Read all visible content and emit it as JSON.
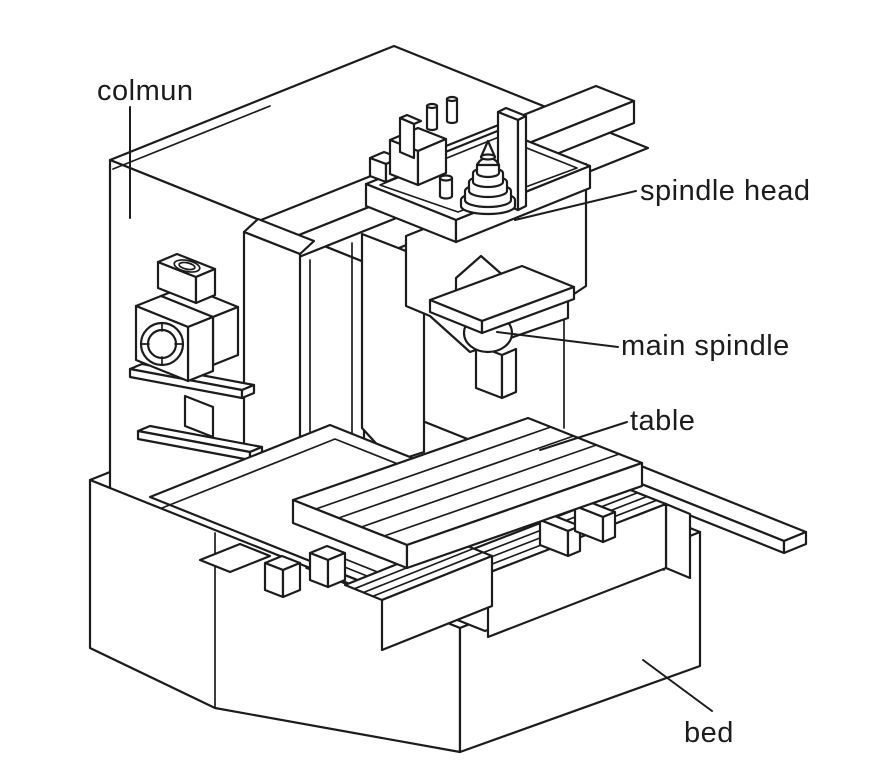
{
  "labels": {
    "column": {
      "text": "colmun"
    },
    "spindle_head": {
      "text": "spindle head"
    },
    "main_spindle": {
      "text": "main spindle"
    },
    "table": {
      "text": "table"
    },
    "bed": {
      "text": "bed"
    }
  },
  "colors": {
    "ink": "#1c1c1c",
    "background": "#ffffff"
  }
}
